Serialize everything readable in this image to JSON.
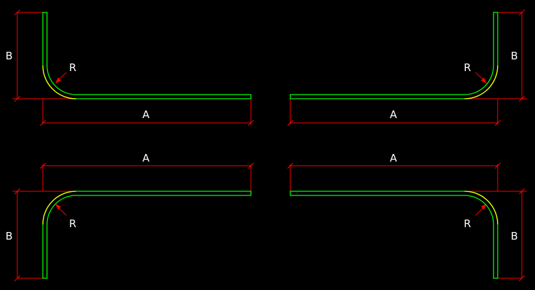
{
  "labels": {
    "a": "A",
    "b": "B",
    "r": "R"
  },
  "colors": {
    "background": "#000000",
    "bar": "#00ff00",
    "bend_highlight": "#ffff00",
    "dimension": "#ff0000",
    "text": "#ffffff"
  },
  "figures": [
    {
      "name": "bend-top-left",
      "orientation": "bend-down-left"
    },
    {
      "name": "bend-top-right",
      "orientation": "bend-down-right"
    },
    {
      "name": "bend-bottom-left",
      "orientation": "bend-up-left"
    },
    {
      "name": "bend-bottom-right",
      "orientation": "bend-up-right"
    }
  ]
}
